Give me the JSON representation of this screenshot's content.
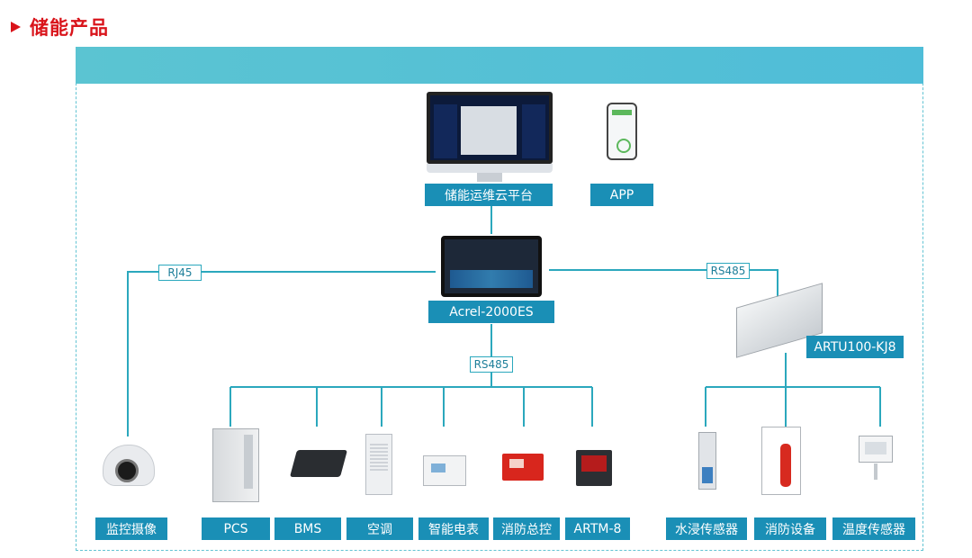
{
  "heading": {
    "title": "储能产品"
  },
  "top": {
    "platform_label": "储能运维云平台",
    "app_label": "APP"
  },
  "center": {
    "gateway_label": "Acrel-2000ES"
  },
  "connections": {
    "rj45": "RJ45",
    "rs485_left": "RS485",
    "rs485_right": "RS485"
  },
  "right_module": {
    "label": "ARTU100-KJ8"
  },
  "bottom_devices": [
    {
      "label": "监控摄像",
      "icon": "camera-icon"
    },
    {
      "label": "PCS",
      "icon": "pcs-cabinet-icon"
    },
    {
      "label": "BMS",
      "icon": "bms-box-icon"
    },
    {
      "label": "空调",
      "icon": "air-conditioner-icon"
    },
    {
      "label": "智能电表",
      "icon": "smart-meter-icon"
    },
    {
      "label": "消防总控",
      "icon": "fire-control-panel-icon"
    },
    {
      "label": "ARTM-8",
      "icon": "temperature-monitor-icon"
    },
    {
      "label": "水浸传感器",
      "icon": "water-sensor-icon"
    },
    {
      "label": "消防设备",
      "icon": "fire-equipment-icon"
    },
    {
      "label": "温度传感器",
      "icon": "temperature-sensor-icon"
    }
  ],
  "colors": {
    "accent": "#1a8fb6",
    "line": "#2ba8bd",
    "band": "#52c0d5",
    "heading": "#d9141b"
  }
}
